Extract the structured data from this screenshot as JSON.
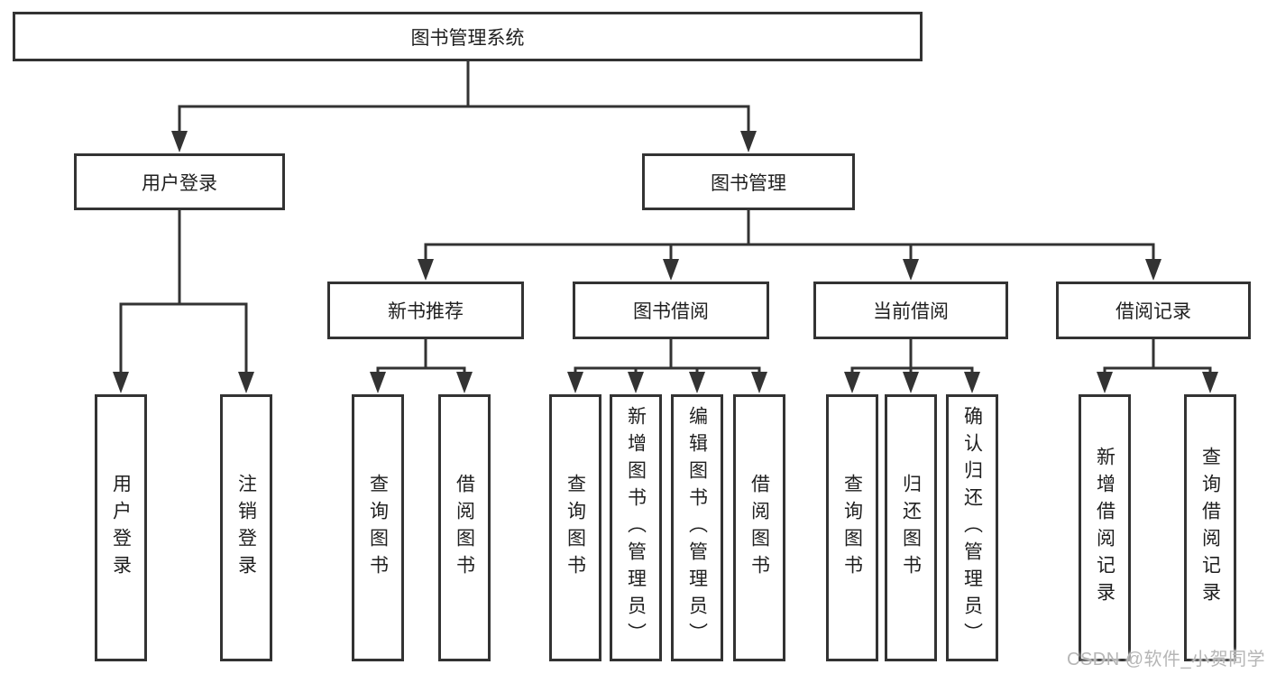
{
  "diagram": {
    "title": "图书管理系统",
    "root": {
      "label": "图书管理系统"
    },
    "branches": [
      {
        "label": "用户登录",
        "children": [
          {
            "label": "用户登录"
          },
          {
            "label": "注销登录"
          }
        ]
      },
      {
        "label": "图书管理",
        "children": [
          {
            "label": "新书推荐",
            "children": [
              {
                "label": "查询图书"
              },
              {
                "label": "借阅图书"
              }
            ]
          },
          {
            "label": "图书借阅",
            "children": [
              {
                "label": "查询图书"
              },
              {
                "label": "新增图书（管理员）"
              },
              {
                "label": "编辑图书（管理员）"
              },
              {
                "label": "借阅图书"
              }
            ]
          },
          {
            "label": "当前借阅",
            "children": [
              {
                "label": "查询图书"
              },
              {
                "label": "归还图书"
              },
              {
                "label": "确认归还（管理员）"
              }
            ]
          },
          {
            "label": "借阅记录",
            "children": [
              {
                "label": "新增借阅记录"
              },
              {
                "label": "查询借阅记录"
              }
            ]
          }
        ]
      }
    ]
  },
  "watermark": {
    "text": "CSDN @软件_小贺同学"
  },
  "colors": {
    "line": "#333333",
    "box_border": "#333333",
    "text": "#1f1f1f",
    "watermark": "#b6b6b6",
    "background": "#ffffff"
  }
}
